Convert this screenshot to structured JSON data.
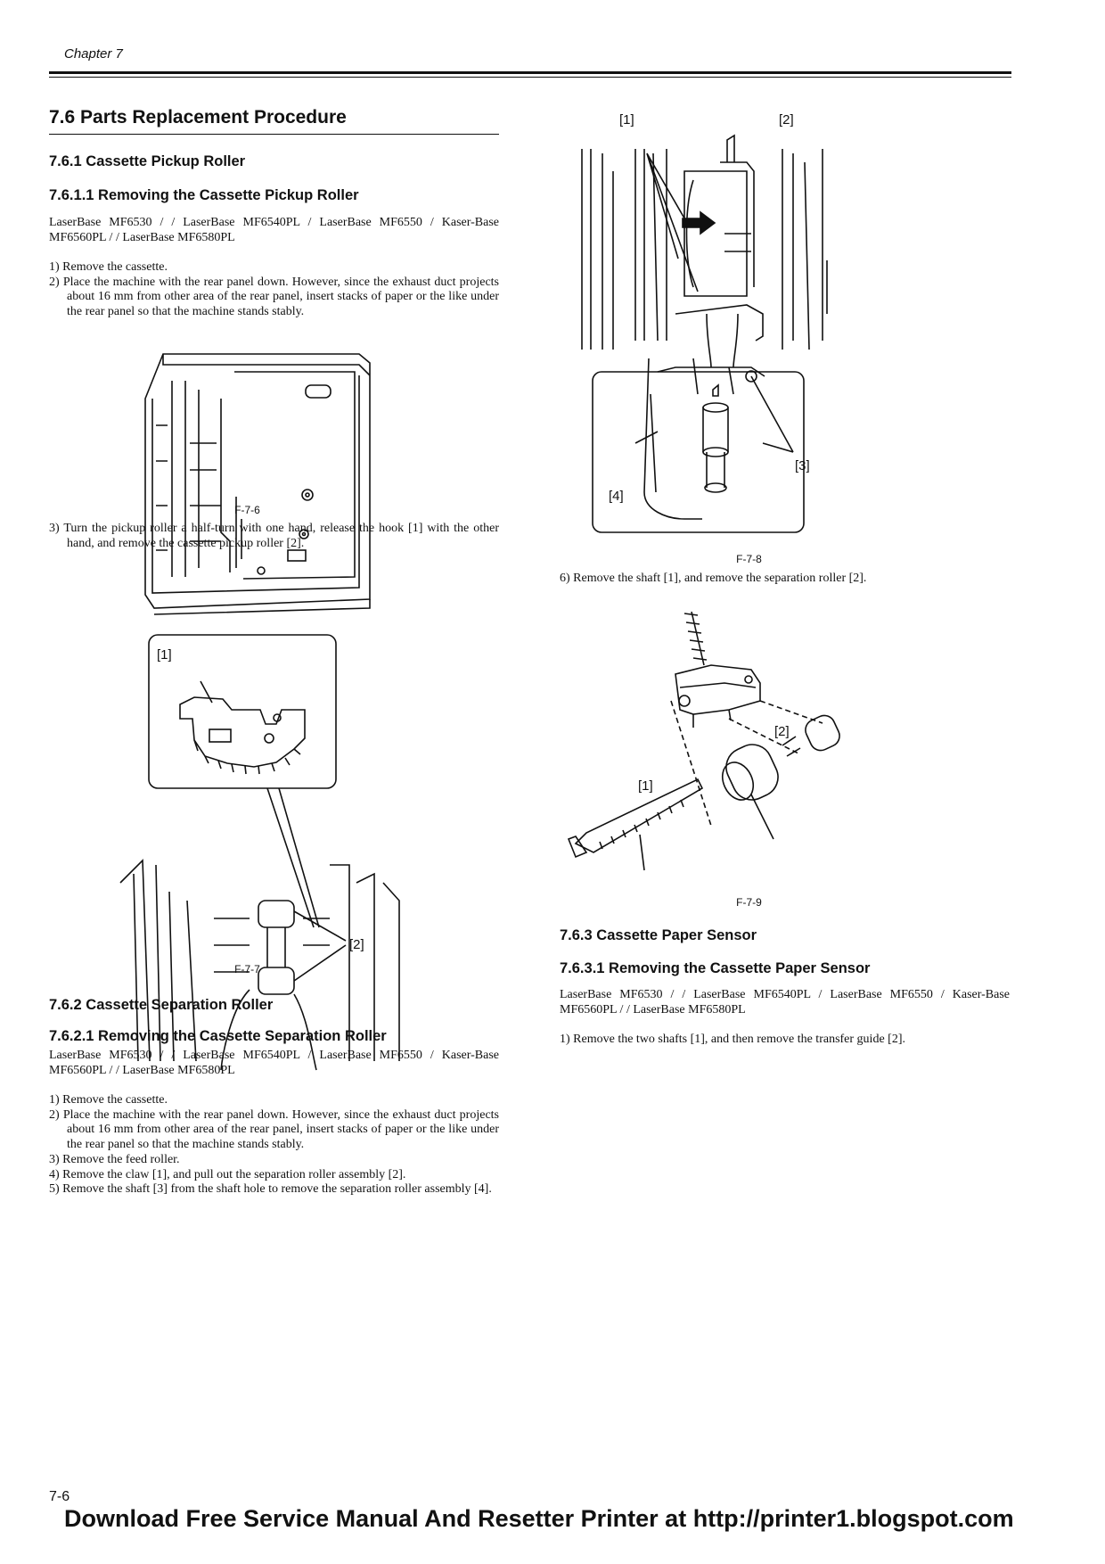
{
  "header": {
    "chapter": "Chapter 7"
  },
  "section": {
    "title": "7.6 Parts Replacement Procedure",
    "s761": {
      "title": "7.6.1 Cassette Pickup Roller",
      "sub_title": "7.6.1.1 Removing the Cassette Pickup Roller",
      "models": "LaserBase MF6530 /  / LaserBase MF6540PL / LaserBase MF6550 / Kaser-Base MF6560PL /  / LaserBase MF6580PL",
      "steps": [
        "1) Remove the cassette.",
        "2) Place the machine with the rear panel down. However, since the exhaust duct projects about 16 mm from other area of the rear panel, insert stacks of paper or the like under the rear panel so that the machine stands stably."
      ],
      "step3": "3) Turn the pickup roller a half-turn with one hand, release the hook [1] with the other hand, and remove the cassette pickup roller [2]."
    },
    "s762": {
      "title": "7.6.2 Cassette Separation Roller",
      "sub_title": "7.6.2.1 Removing the Cassette Separation Roller",
      "models": "LaserBase MF6530 /  / LaserBase MF6540PL / LaserBase MF6550 / Kaser-Base MF6560PL /  / LaserBase MF6580PL",
      "steps": [
        "1) Remove the cassette.",
        "2) Place the machine with the rear panel down. However, since the exhaust duct projects about 16 mm from other area of the rear panel, insert stacks of paper or the like under the rear panel so that the machine stands stably.",
        "3) Remove the feed roller.",
        "4) Remove the claw [1], and pull out the separation roller assembly [2].",
        "5) Remove the shaft [3] from the shaft hole to remove the separation roller assembly [4]."
      ],
      "step6": "6) Remove the shaft [1], and remove the separation roller [2]."
    },
    "s763": {
      "title": "7.6.3 Cassette Paper Sensor",
      "sub_title": "7.6.3.1 Removing the Cassette Paper Sensor",
      "models": "LaserBase MF6530 /  / LaserBase MF6540PL / LaserBase MF6550 / Kaser-Base MF6560PL /  / LaserBase MF6580PL",
      "step1": "1) Remove the two shafts [1], and then remove the transfer guide [2]."
    }
  },
  "figures": {
    "f6": {
      "caption": "F-7-6"
    },
    "f7": {
      "caption": "F-7-7",
      "labels": [
        "[1]",
        "[2]"
      ]
    },
    "f8": {
      "caption": "F-7-8",
      "labels": [
        "[1]",
        "[2]",
        "[3]",
        "[4]"
      ]
    },
    "f9": {
      "caption": "F-7-9",
      "labels": [
        "[1]",
        "[2]"
      ]
    }
  },
  "page_number": "7-6",
  "footer": "Download Free Service Manual And Resetter Printer at http://printer1.blogspot.com"
}
